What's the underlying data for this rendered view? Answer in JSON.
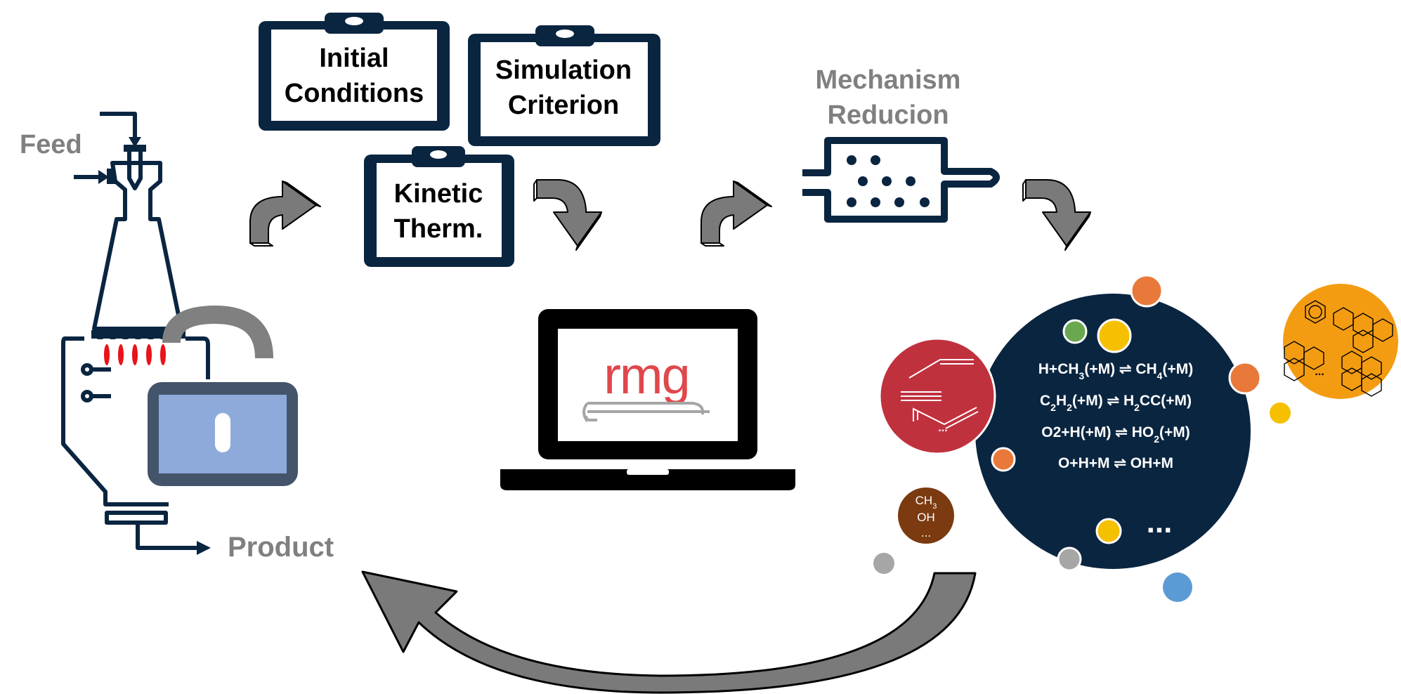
{
  "labels": {
    "feed": "Feed",
    "product": "Product",
    "mechanism_line1": "Mechanism",
    "mechanism_line2": "Reducion"
  },
  "clipboards": [
    {
      "line1": "Initial",
      "line2": "Conditions"
    },
    {
      "line1": "Simulation",
      "line2": "Criterion"
    },
    {
      "line1": "Kinetic",
      "line2": "Therm."
    }
  ],
  "laptop_logo": "rmg",
  "reactions": [
    {
      "a": "H+CH",
      "a_sub": "3",
      "b": "(+M) ⇌ CH",
      "b_sub": "4",
      "c": "(+M)"
    },
    {
      "a": "C",
      "a_sub": "2",
      "b": "H",
      "b_sub": "2",
      "c": "(+M) ⇌ H",
      "c_sub": "2",
      "d": "CC(+M)"
    },
    {
      "a": "O2+H(+M) ⇌ HO",
      "a_sub": "2",
      "b": "(+M)"
    },
    {
      "a": "O+H+M ⇌ OH+M"
    }
  ],
  "reactions_ellipsis": "...",
  "species_bubble": {
    "line1": "CH",
    "line1_sub": "3",
    "line2": "OH",
    "line3": "..."
  },
  "molecule_ellipsis": "...",
  "aromatic_ellipsis": "...",
  "colors": {
    "navy": "#0a2540",
    "gray_text": "#808080",
    "arrow_gray": "#7a7a7a",
    "red_circle": "#c0313e",
    "orange": "#e8793a",
    "gold": "#f5c000",
    "aromatic_orange": "#f39c12",
    "green": "#6aa84f",
    "blue": "#5b9bd5",
    "brown": "#7b3a10",
    "lock_blue": "#8eaadb",
    "lock_frame": "#44546a",
    "rmg_red": "#e0474c"
  }
}
